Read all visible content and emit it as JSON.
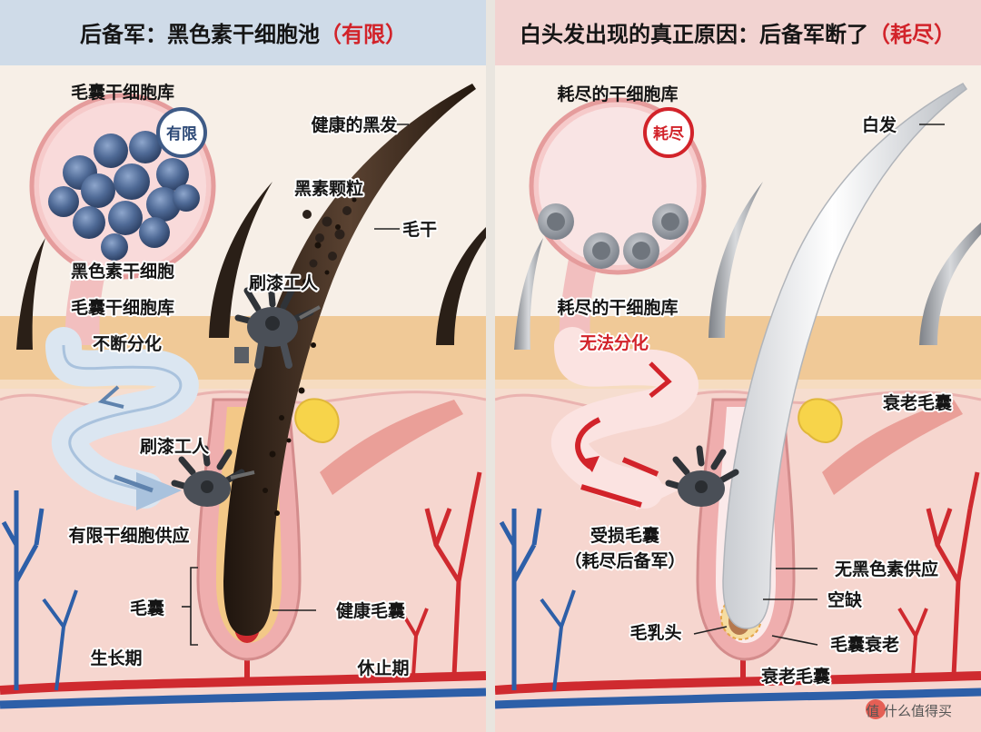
{
  "left": {
    "title_prefix": "后备军：黑色素干细胞池",
    "title_highlight": "（有限）",
    "reservoir_label": "毛囊干细胞库",
    "badge": "有限",
    "stem_cell_label": "黑色素干细胞",
    "reservoir_label_2": "毛囊干细胞库",
    "division_label": "不断分化",
    "painter_top_label": "刷漆工人",
    "painter_bottom_label": "刷漆工人",
    "supply_label": "有限干细胞供应",
    "follicle_label": "毛囊",
    "healthy_hair_label": "健康的黑发",
    "melanin_label": "黑素颗粒",
    "shaft_label": "毛干",
    "healthy_follicle_label": "健康毛囊",
    "growth_phase_label": "生长期",
    "rest_phase_label": "休止期"
  },
  "right": {
    "title_prefix": "白头发出现的真正原因：后备军断了",
    "title_highlight": "（耗尽）",
    "reservoir_label": "耗尽的干细胞库",
    "badge": "耗尽",
    "reservoir_label_2": "耗尽的干细胞库",
    "division_label": "无法分化",
    "white_hair_label": "白发",
    "aging_follicle_label": "衰老毛囊",
    "damaged_label_1": "受损毛囊",
    "damaged_label_2": "（耗尽后备军）",
    "no_melanin_label": "无黑色素供应",
    "gap_label": "空缺",
    "papilla_label": "毛乳头",
    "follicle_aging_label": "毛囊衰老",
    "aging_follicle_bottom_label": "衰老毛囊"
  },
  "watermark": "值 什么值得买",
  "colors": {
    "left_header": "#cfdbe8",
    "right_header": "#f2d3d1",
    "skin_top": "#f0c997",
    "skin_dermis": "#f6ddcf",
    "follicle": "#efaeae",
    "hair_dark": "#3b2a1e",
    "stem_cell": "#4f6a96",
    "depleted_cell": "#8e949c",
    "highlight_red": "#d2232a",
    "blue_vessel": "#2d5fa8",
    "red_vessel": "#cf2a2f"
  }
}
